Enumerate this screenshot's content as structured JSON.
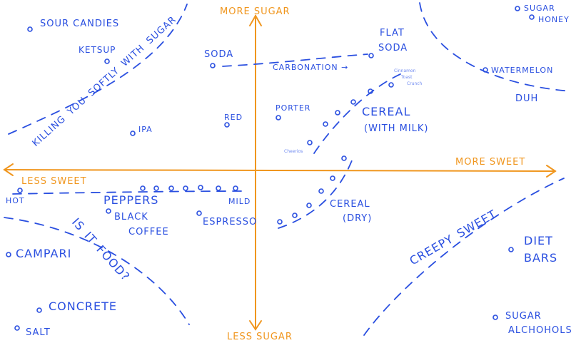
{
  "axes": {
    "top": "MORE SUGAR",
    "bottom": "LESS SUGAR",
    "left": "LESS SWEET",
    "right": "MORE SWEET",
    "color": "#f0961e"
  },
  "ink_color": "#2a4fe0",
  "items": {
    "sour_candies": "SOUR CANDIES",
    "ketsup": "KETSUP",
    "soda": "SODA",
    "flat": "FLAT",
    "flat_soda": "SODA",
    "sugar": "SUGAR",
    "honey": "HONEY",
    "watermelon": "WATERMELON",
    "duh": "DUH",
    "ipa": "IPA",
    "red": "RED",
    "porter": "PORTER",
    "cereal_milk_1": "CEREAL",
    "cereal_milk_2": "(WITH MILK)",
    "cheerios": "Cheerios",
    "ctc1": "Cinnamon",
    "ctc2": "Toast",
    "ctc3": "Crunch",
    "hot": "HOT",
    "mild": "MILD",
    "peppers": "PEPPERS",
    "black": "BLACK",
    "coffee": "COFFEE",
    "espresso": "ESPRESSO",
    "cereal_dry_1": "CEREAL",
    "cereal_dry_2": "(DRY)",
    "campari": "CAMPARI",
    "concrete": "CONCRETE",
    "salt": "SALT",
    "diet": "DIET",
    "bars": "BARS",
    "sugar_alc_1": "SUGAR",
    "sugar_alc_2": "ALCHOHOLS"
  },
  "regions": {
    "killing": "KILLING YOU SOFTLY WITH SUGAR",
    "carbonation": "CARBONATION →",
    "is_it_food": "IS IT FOOD?",
    "creepy": "CREEPY SWEET"
  }
}
